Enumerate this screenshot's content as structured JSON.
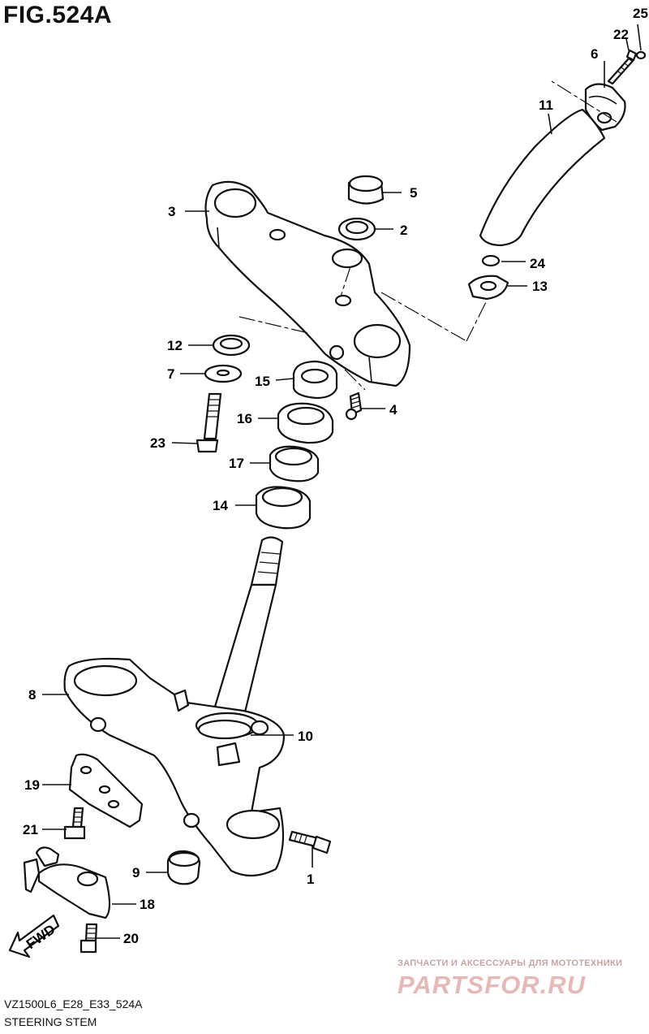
{
  "figure": {
    "title": "FIG.524A"
  },
  "footer": {
    "code": "VZ1500L6_E28_E33_524A",
    "name": "STEERING STEM"
  },
  "watermark": {
    "tagline": "ЗАПЧАСТИ И АКСЕССУАРЫ ДЛЯ МОТОТЕХНИКИ",
    "brand": "PARTSFOR.RU"
  },
  "fwd_label": "FWD",
  "callouts": {
    "p1": "1",
    "p2": "2",
    "p3": "3",
    "p4": "4",
    "p5": "5",
    "p6": "6",
    "p7": "7",
    "p8": "8",
    "p9": "9",
    "p10": "10",
    "p11": "11",
    "p12": "12",
    "p13": "13",
    "p14": "14",
    "p15": "15",
    "p16": "16",
    "p17": "17",
    "p18": "18",
    "p19": "19",
    "p20": "20",
    "p21": "21",
    "p22": "22",
    "p23": "23",
    "p24": "24",
    "p25": "25"
  }
}
